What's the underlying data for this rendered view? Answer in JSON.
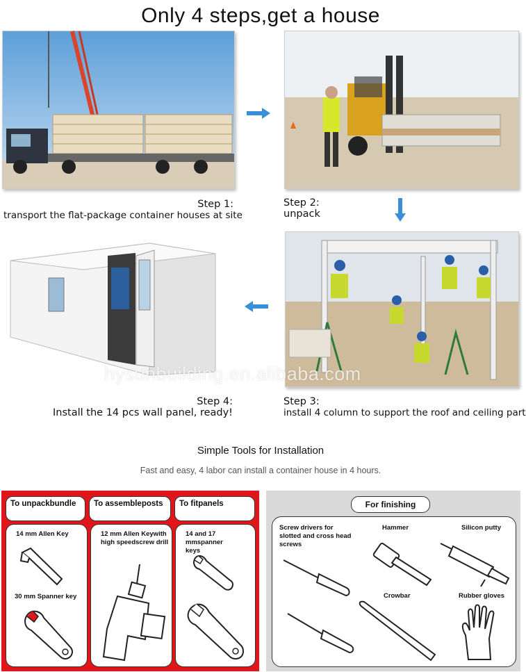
{
  "title": "Only 4 steps,get a house",
  "steps": [
    {
      "heading": "Step 1:",
      "text": "transport the flat-package container houses at site"
    },
    {
      "heading": "Step 2:",
      "text": "unpack"
    },
    {
      "heading": "Step 3:",
      "text": "install 4 column to support the roof and ceiling part"
    },
    {
      "heading": "Step 4:",
      "text": "Install the 14 pcs wall panel, ready!"
    }
  ],
  "watermark": "hysunbuilding.en.alibaba.com",
  "tools_section": {
    "heading": "Simple Tools for Installation",
    "subtitle": "Fast and easy, 4 labor can install a container house in 4 hours."
  },
  "red_panel": {
    "tabs": [
      {
        "label": "To unpackbundle",
        "tools": [
          "14 mm Allen Key",
          "30 mm Spanner key"
        ]
      },
      {
        "label": "To assembleposts",
        "tools": [
          "12 mm Allen Keywith high speedscrew drill"
        ]
      },
      {
        "label": "To fitpanels",
        "tools": [
          "14 and 17 mmspanner keys"
        ]
      }
    ]
  },
  "gray_panel": {
    "header": "For finishing",
    "tools": [
      "Screw drivers for slotted and cross head screws",
      "Hammer",
      "Silicon putty",
      "Crowbar",
      "Rubber gloves"
    ]
  },
  "colors": {
    "arrow": "#3a8fd9",
    "red_panel": "#e0161b",
    "gray_panel": "#d9d9d9"
  }
}
